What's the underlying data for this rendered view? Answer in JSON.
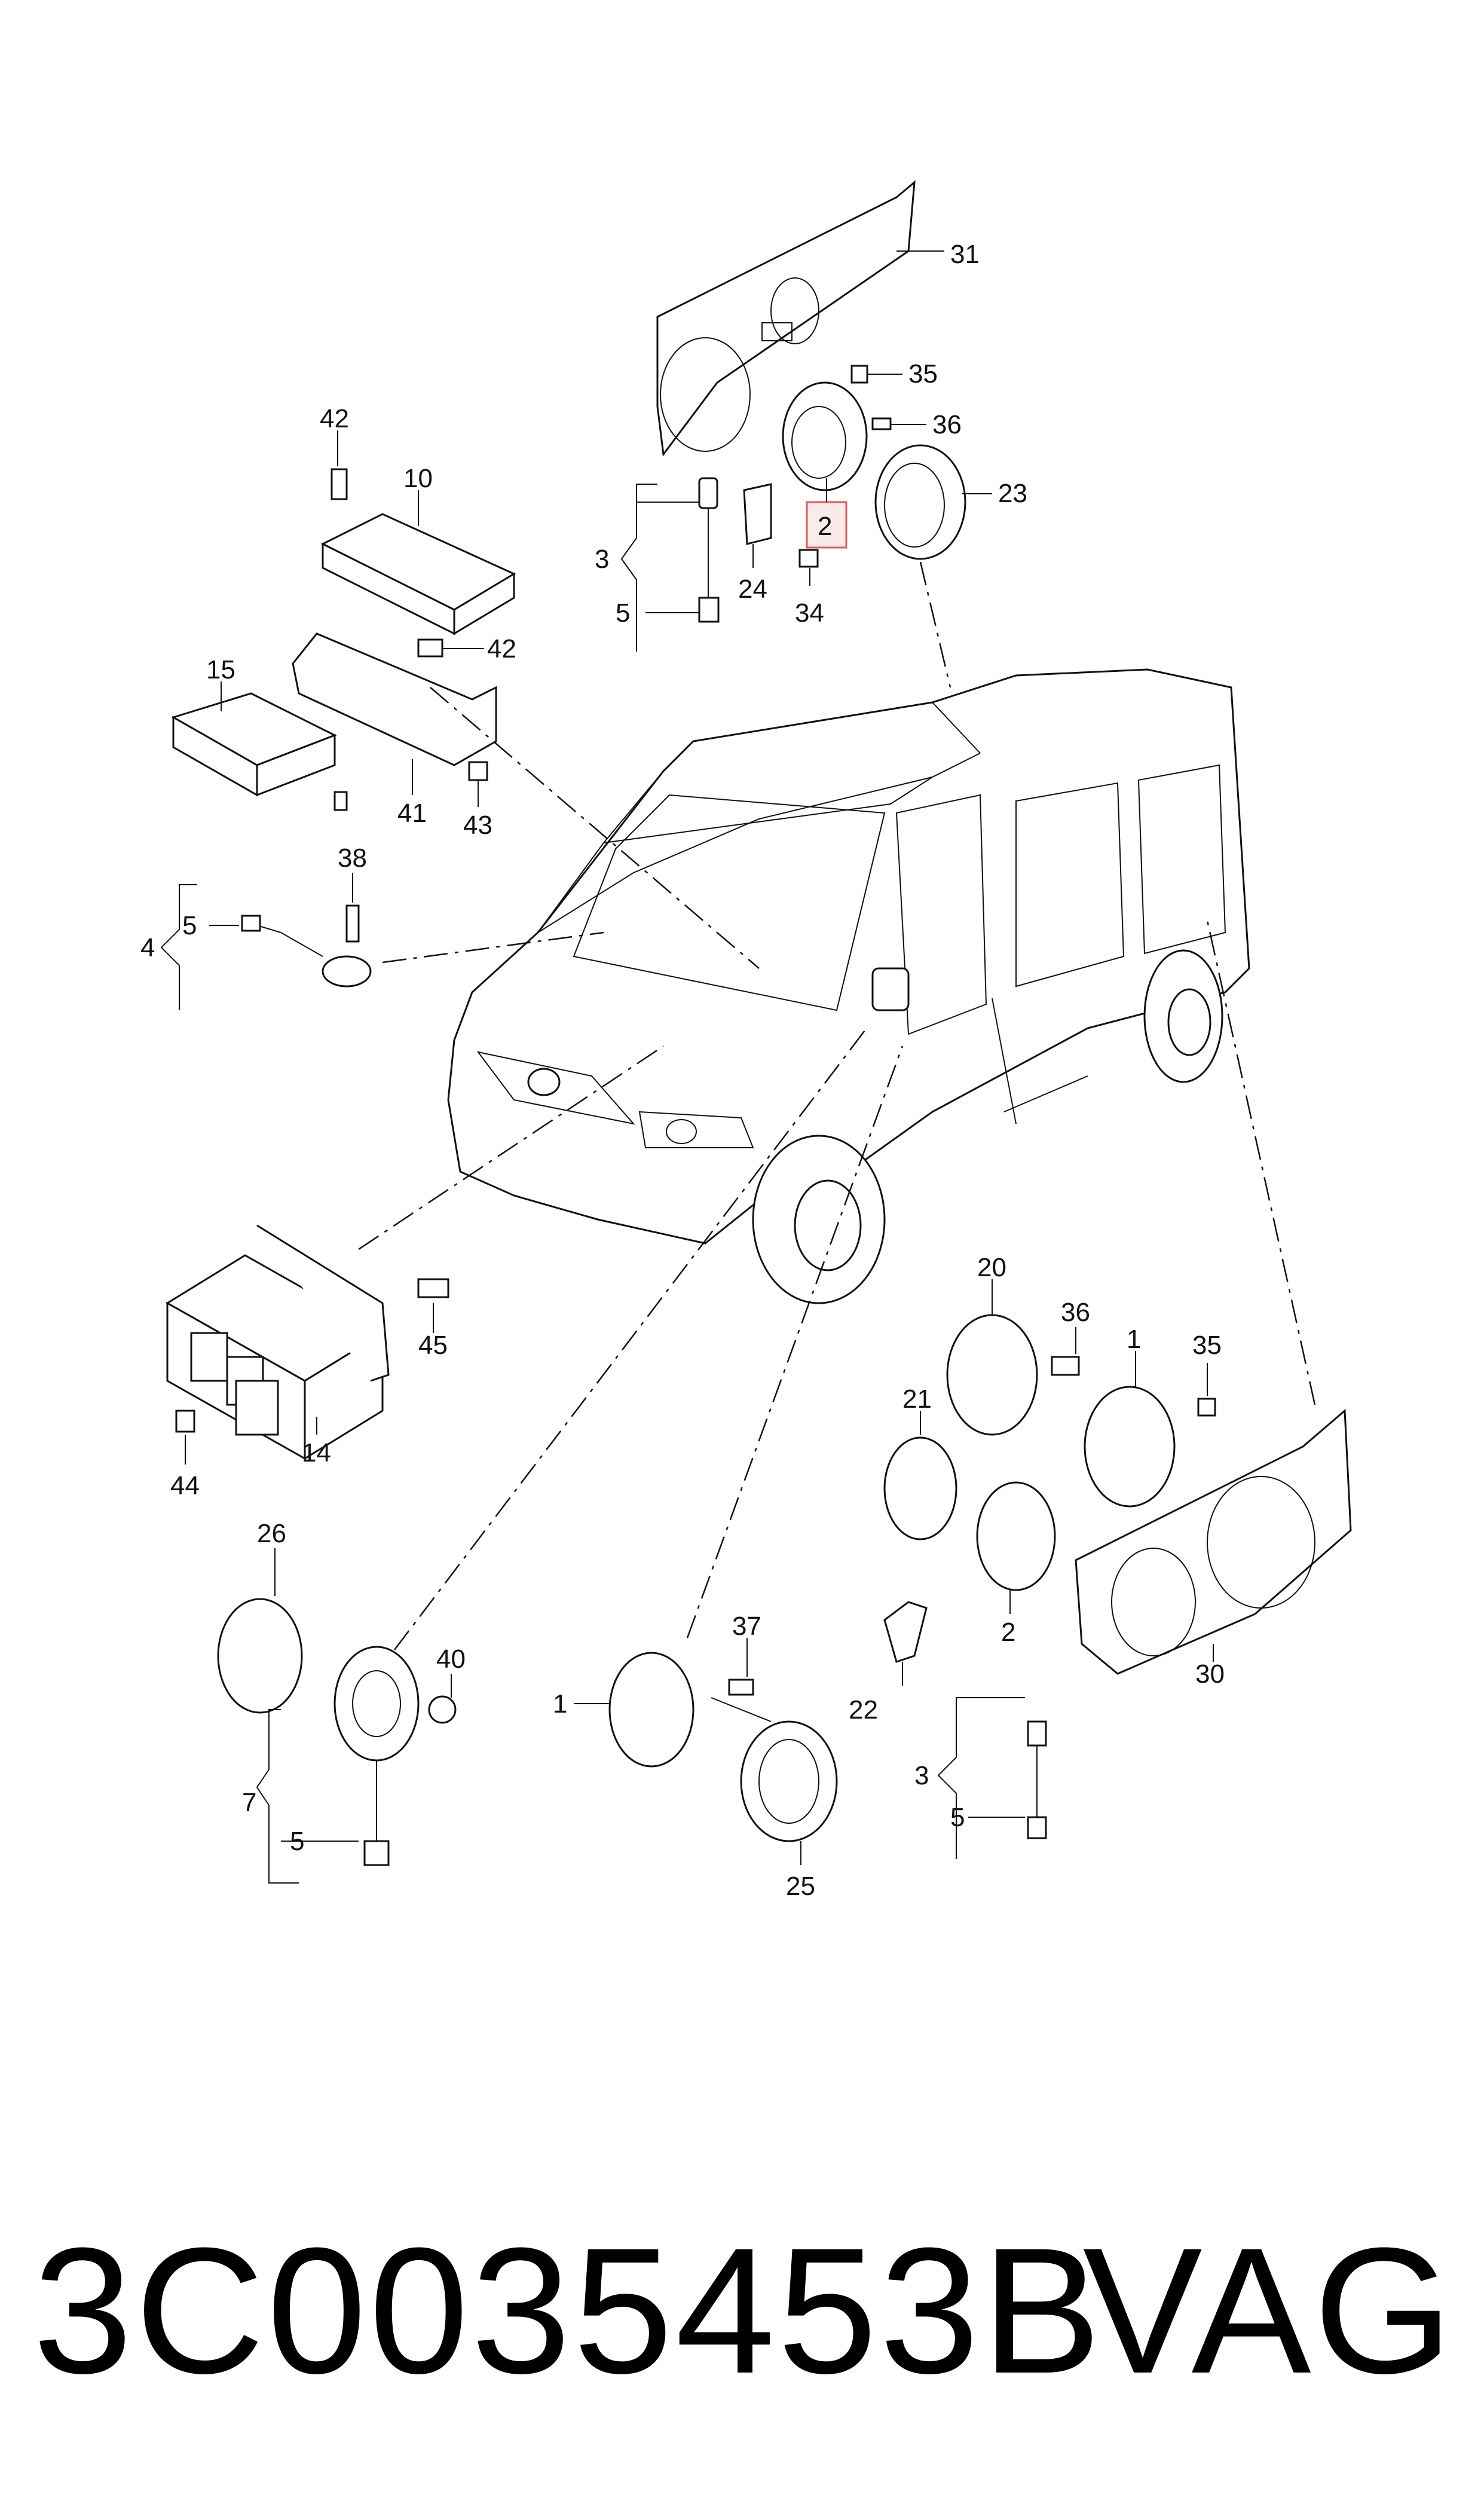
{
  "callouts": [
    {
      "id": "c1",
      "text": "1"
    },
    {
      "id": "c1b",
      "text": "1"
    },
    {
      "id": "c2",
      "text": "2"
    },
    {
      "id": "c2b",
      "text": "2"
    },
    {
      "id": "c3",
      "text": "3"
    },
    {
      "id": "c3b",
      "text": "3"
    },
    {
      "id": "c4",
      "text": "4"
    },
    {
      "id": "c5a",
      "text": "5"
    },
    {
      "id": "c5b",
      "text": "5"
    },
    {
      "id": "c5c",
      "text": "5"
    },
    {
      "id": "c5d",
      "text": "5"
    },
    {
      "id": "c7",
      "text": "7"
    },
    {
      "id": "c10",
      "text": "10"
    },
    {
      "id": "c14",
      "text": "14"
    },
    {
      "id": "c15",
      "text": "15"
    },
    {
      "id": "c20",
      "text": "20"
    },
    {
      "id": "c21",
      "text": "21"
    },
    {
      "id": "c22",
      "text": "22"
    },
    {
      "id": "c23",
      "text": "23"
    },
    {
      "id": "c24",
      "text": "24"
    },
    {
      "id": "c25",
      "text": "25"
    },
    {
      "id": "c26",
      "text": "26"
    },
    {
      "id": "c30",
      "text": "30"
    },
    {
      "id": "c31",
      "text": "31"
    },
    {
      "id": "c34",
      "text": "34"
    },
    {
      "id": "c35",
      "text": "35"
    },
    {
      "id": "c35b",
      "text": "35"
    },
    {
      "id": "c36",
      "text": "36"
    },
    {
      "id": "c36b",
      "text": "36"
    },
    {
      "id": "c37",
      "text": "37"
    },
    {
      "id": "c38",
      "text": "38"
    },
    {
      "id": "c40",
      "text": "40"
    },
    {
      "id": "c41",
      "text": "41"
    },
    {
      "id": "c42",
      "text": "42"
    },
    {
      "id": "c42b",
      "text": "42"
    },
    {
      "id": "c43",
      "text": "43"
    },
    {
      "id": "c44",
      "text": "44"
    },
    {
      "id": "c45",
      "text": "45"
    }
  ],
  "footer": {
    "part_number": "3C0035453B",
    "brand": "VAG"
  },
  "highlight_color": "#e05a5a"
}
